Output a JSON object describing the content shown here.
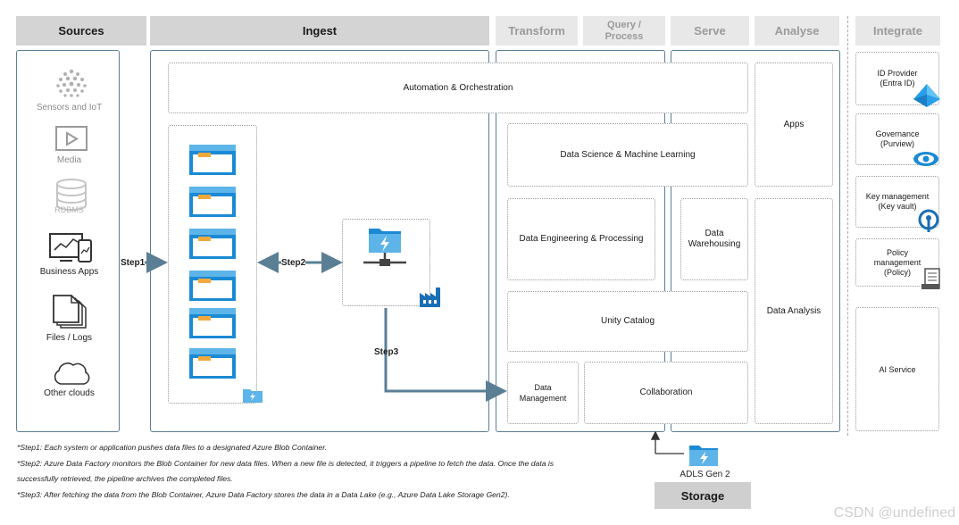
{
  "headers": {
    "sources": "Sources",
    "ingest": "Ingest",
    "transform": "Transform",
    "query_process": "Query /\nProcess",
    "serve": "Serve",
    "analyse": "Analyse",
    "integrate": "Integrate",
    "storage": "Storage"
  },
  "sources": {
    "sensors": "Sensors and IoT",
    "media": "Media",
    "rdbms": "RDBMS",
    "business_apps": "Business Apps",
    "files_logs": "Files / Logs",
    "other_clouds": "Other clouds"
  },
  "boxes": {
    "automation": "Automation & Orchestration",
    "data_science": "Data Science & Machine Learning",
    "data_engineering": "Data Engineering & Processing",
    "data_warehousing": "Data Warehousing",
    "unity_catalog": "Unity Catalog",
    "data_management": "Data Management",
    "collaboration": "Collaboration",
    "apps": "Apps",
    "data_analysis": "Data Analysis",
    "adls": "ADLS Gen 2"
  },
  "integrate": {
    "id_provider": "ID Provider (Entra ID)",
    "governance": "Governance (Purview)",
    "key_management": "Key management (Key vault)",
    "policy": "Policy management (Policy)",
    "ai_service": "AI Service"
  },
  "steps": {
    "step1": "Step1",
    "step2": "Step2",
    "step3": "Step3"
  },
  "notes": {
    "note1": "*Step1:  Each system or application pushes data files to a designated Azure Blob Container.",
    "note2a": "*Step2: Azure Data Factory monitors the Blob Container for new data files. When a new file is detected, it triggers a pipeline to fetch the data. Once the data is",
    "note2b": "successfully retrieved, the pipeline archives the completed files.",
    "note3": "*Step3: After fetching the data from the Blob Container, Azure Data Factory stores the data in a Data Lake (e.g., Azure Data Lake Storage Gen2)."
  },
  "watermark": "CSDN @undefined",
  "colors": {
    "panel_border": "#5a7f94",
    "azure_blue": "#1a8ad4",
    "arrow": "#5a7f94"
  }
}
